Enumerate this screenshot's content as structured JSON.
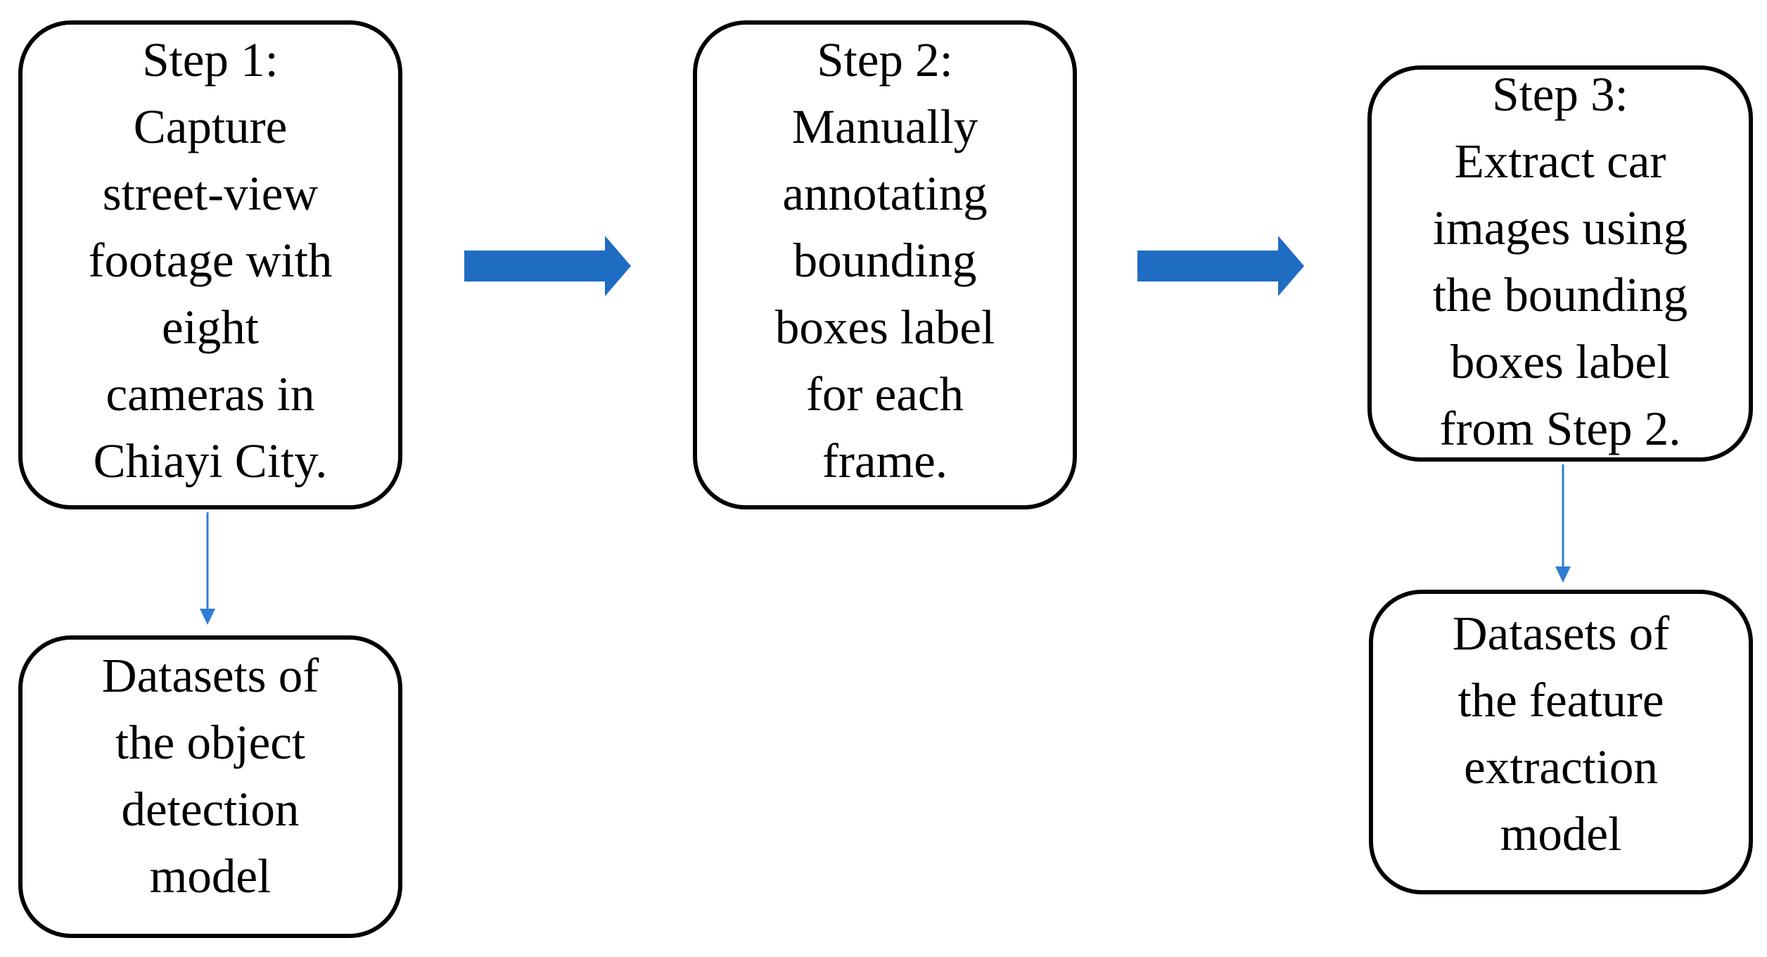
{
  "colors": {
    "box_border": "#000000",
    "big_arrow": "#1F6DC3",
    "thin_arrow": "#2F7DD6",
    "background": "#FFFFFF"
  },
  "steps": [
    {
      "lines": [
        "Step 1:",
        "Capture",
        "street-view",
        "footage with",
        "eight",
        "cameras in",
        "Chiayi City."
      ]
    },
    {
      "lines": [
        "Step 2:",
        "Manually",
        "annotating",
        "bounding",
        "boxes label",
        "for each",
        "frame."
      ]
    },
    {
      "lines": [
        "Step 3:",
        "Extract car",
        "images using",
        "the bounding",
        "boxes label",
        "from Step 2."
      ]
    }
  ],
  "outputs": [
    {
      "lines": [
        "Datasets of",
        "the object",
        "detection",
        "model"
      ]
    },
    {
      "lines": [
        "Datasets of",
        "the feature",
        "extraction",
        "model"
      ]
    }
  ]
}
